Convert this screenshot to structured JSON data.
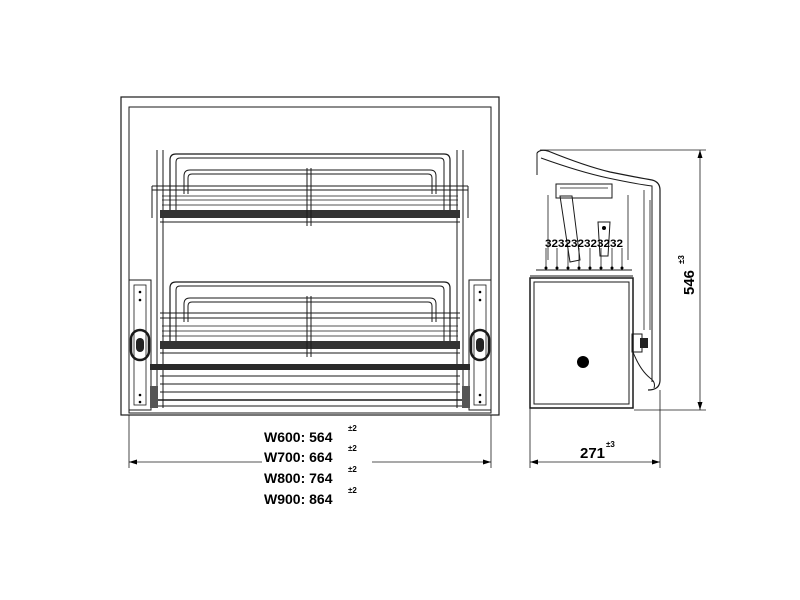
{
  "front_view": {
    "width_dims": [
      {
        "label": "W600: 564",
        "tol": "±2"
      },
      {
        "label": "W700: 664",
        "tol": "±2"
      },
      {
        "label": "W800: 764",
        "tol": "±2"
      },
      {
        "label": "W900: 864",
        "tol": "±2"
      }
    ]
  },
  "side_view": {
    "height_dim": {
      "value": "546",
      "tol": "±3"
    },
    "depth_dim": {
      "value": "271",
      "tol": "±3"
    },
    "adjust_marks": "323232323232"
  }
}
